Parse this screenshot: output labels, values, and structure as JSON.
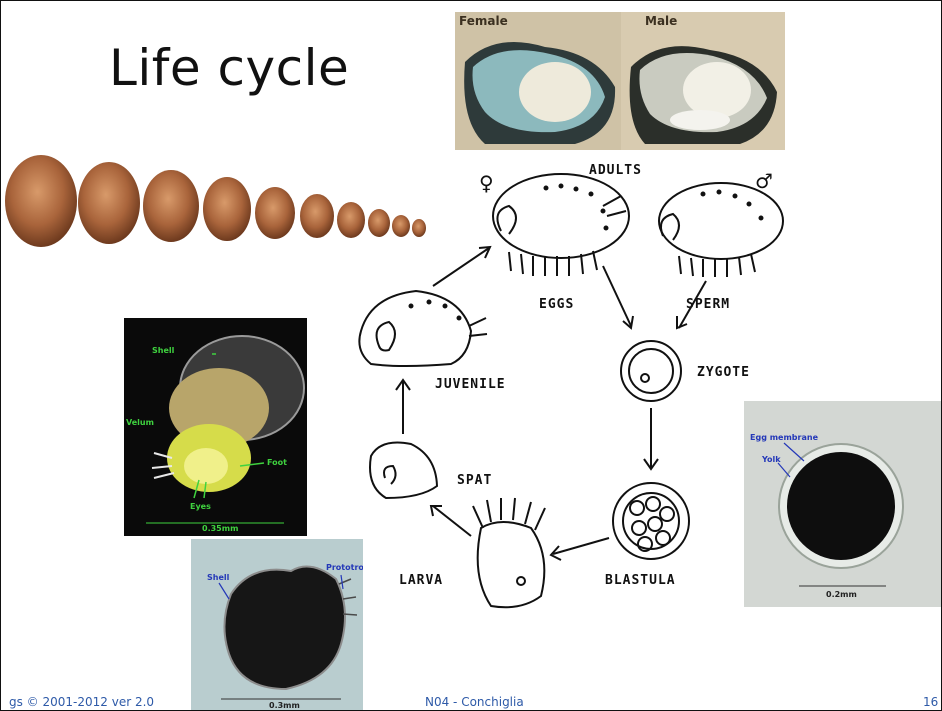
{
  "slide": {
    "title": "Life cycle",
    "footer": {
      "left": "gs © 2001-2012 ver 2.0",
      "center": "N04 - Conchiglia",
      "right": "16"
    }
  },
  "gonad_photo": {
    "labels": [
      "Female",
      "Male"
    ]
  },
  "larva_photo": {
    "labels": {
      "shell": "Shell",
      "velum": "Velum",
      "foot": "Foot",
      "eyes": "Eyes",
      "scale": "0.35mm"
    }
  },
  "trochophore_photo": {
    "labels": {
      "shell": "Shell",
      "prototroch": "Prototroch",
      "scale": "0.3mm"
    }
  },
  "egg_photo": {
    "labels": {
      "membrane": "Egg membrane",
      "yolk": "Yolk",
      "scale": "0.2mm"
    }
  },
  "diagram": {
    "stages": {
      "adults": "ADULTS",
      "eggs": "EGGS",
      "sperm": "SPERM",
      "zygote": "ZYGOTE",
      "blastula": "BLASTULA",
      "larva": "LARVA",
      "spat": "SPAT",
      "juvenile": "JUVENILE"
    },
    "symbols": {
      "female": "♀",
      "male": "♂"
    }
  },
  "colors": {
    "shell_brown": "#a9643b",
    "label_green": "#3fd23f",
    "label_blue": "#2438b8",
    "footer_blue": "#2e5aa8"
  }
}
